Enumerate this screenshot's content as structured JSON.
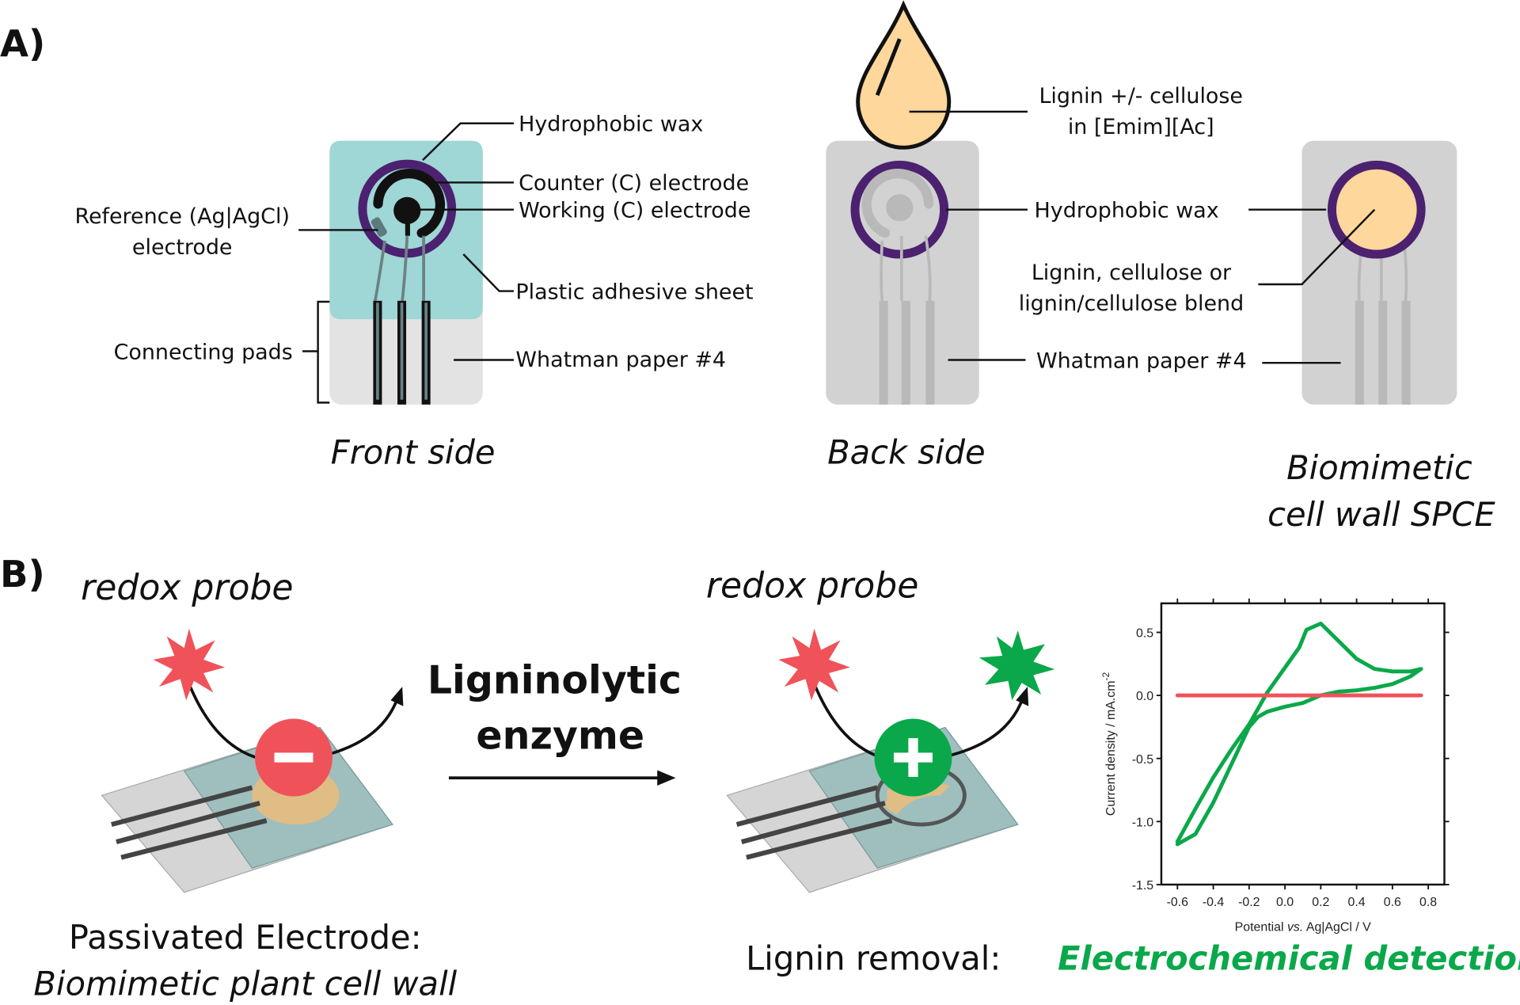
{
  "panel_a": {
    "label": "A)",
    "front": {
      "caption": "Front side",
      "labels": {
        "wax": "Hydrophobic wax",
        "counter": "Counter (C) electrode",
        "working": "Working (C) electrode",
        "reference_1": "Reference (Ag|AgCl)",
        "reference_2": "electrode",
        "sheet": "Plastic adhesive sheet",
        "pads": "Connecting pads",
        "paper": "Whatman paper #4"
      }
    },
    "back": {
      "caption": "Back side",
      "labels": {
        "drop_1": "Lignin +/- cellulose",
        "drop_2": "in [Emim][Ac]",
        "wax": "Hydrophobic wax",
        "blend_1": "Lignin, cellulose or",
        "blend_2": "lignin/cellulose blend",
        "paper": "Whatman paper #4"
      }
    },
    "biomimetic": {
      "caption_1": "Biomimetic",
      "caption_2": "cell wall SPCE"
    },
    "colors": {
      "sheet": "#9fd6d6",
      "paper": "#e3e3e3",
      "back_card": "#d2d2d2",
      "wax_ring": "#4b2170",
      "lignin": "#fdd79b"
    }
  },
  "panel_b": {
    "label": "B)",
    "probe_left": "redox probe",
    "probe_right": "redox probe",
    "enzyme_1": "Ligninolytic",
    "enzyme_2": "enzyme",
    "left_caption_1": "Passivated Electrode:",
    "left_caption_2": "Biomimetic plant cell wall",
    "right_caption": "Lignin removal:",
    "detection": "Electrochemical detection",
    "colors": {
      "red": "#f0525a",
      "green": "#0aa84a"
    }
  },
  "chart_data": {
    "type": "line",
    "xlabel_1": "Potential ",
    "xlabel_2": "vs.",
    "xlabel_3": " Ag|AgCl / V",
    "ylabel": "Current density / mA.cm",
    "ylabel_sup": "-2",
    "xlim": [
      -0.69,
      0.89
    ],
    "ylim": [
      -1.5,
      0.73
    ],
    "xticks": [
      "-0.6",
      "-0.4",
      "-0.2",
      "0.0",
      "0.2",
      "0.4",
      "0.6",
      "0.8"
    ],
    "yticks": [
      "0.5",
      "0.0",
      "-0.5",
      "-1.0",
      "-1.5"
    ],
    "grid": false,
    "series": [
      {
        "color": "#0aa84a",
        "points": [
          [
            -0.6,
            -1.18
          ],
          [
            -0.5,
            -1.1
          ],
          [
            -0.4,
            -0.85
          ],
          [
            -0.3,
            -0.55
          ],
          [
            -0.2,
            -0.25
          ],
          [
            -0.15,
            -0.17
          ],
          [
            -0.1,
            -0.13
          ],
          [
            0.0,
            -0.09
          ],
          [
            0.1,
            -0.06
          ],
          [
            0.2,
            0.0
          ],
          [
            0.3,
            0.03
          ],
          [
            0.4,
            0.04
          ],
          [
            0.5,
            0.06
          ],
          [
            0.6,
            0.09
          ],
          [
            0.7,
            0.15
          ],
          [
            0.76,
            0.21
          ],
          [
            0.7,
            0.19
          ],
          [
            0.6,
            0.19
          ],
          [
            0.5,
            0.21
          ],
          [
            0.4,
            0.29
          ],
          [
            0.3,
            0.43
          ],
          [
            0.2,
            0.57
          ],
          [
            0.12,
            0.52
          ],
          [
            0.08,
            0.38
          ],
          [
            0.0,
            0.22
          ],
          [
            -0.1,
            0.02
          ],
          [
            -0.2,
            -0.23
          ],
          [
            -0.3,
            -0.43
          ],
          [
            -0.4,
            -0.65
          ],
          [
            -0.5,
            -0.9
          ],
          [
            -0.6,
            -1.16
          ]
        ]
      },
      {
        "color": "#f0525a",
        "points": [
          [
            -0.6,
            0.0
          ],
          [
            0.76,
            0.0
          ]
        ]
      }
    ]
  }
}
